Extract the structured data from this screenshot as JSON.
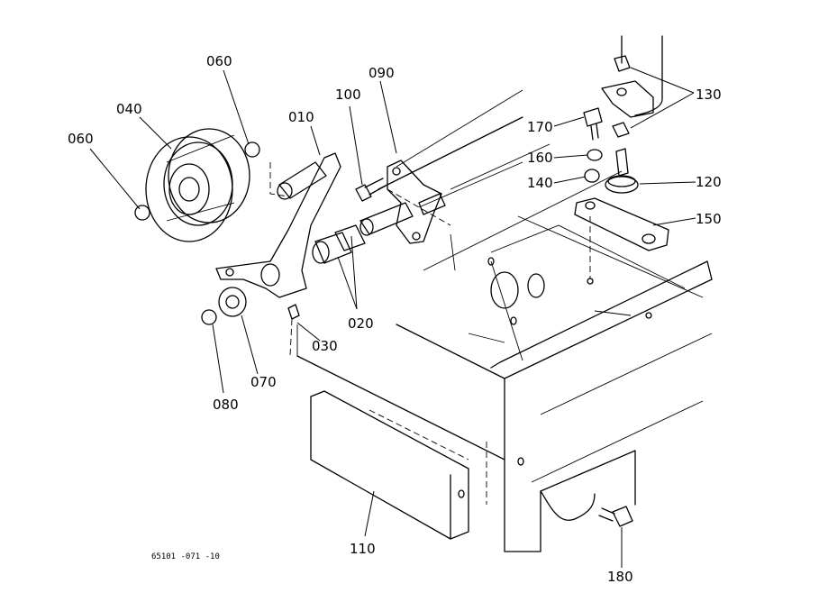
{
  "drawing_code": "65101 -071 -10",
  "callouts": {
    "c010": "010",
    "c020": "020",
    "c030": "030",
    "c040": "040",
    "c060a": "060",
    "c060b": "060",
    "c070": "070",
    "c080": "080",
    "c090": "090",
    "c100": "100",
    "c110": "110",
    "c120": "120",
    "c130": "130",
    "c140": "140",
    "c150": "150",
    "c160": "160",
    "c170": "170",
    "c180": "180"
  }
}
